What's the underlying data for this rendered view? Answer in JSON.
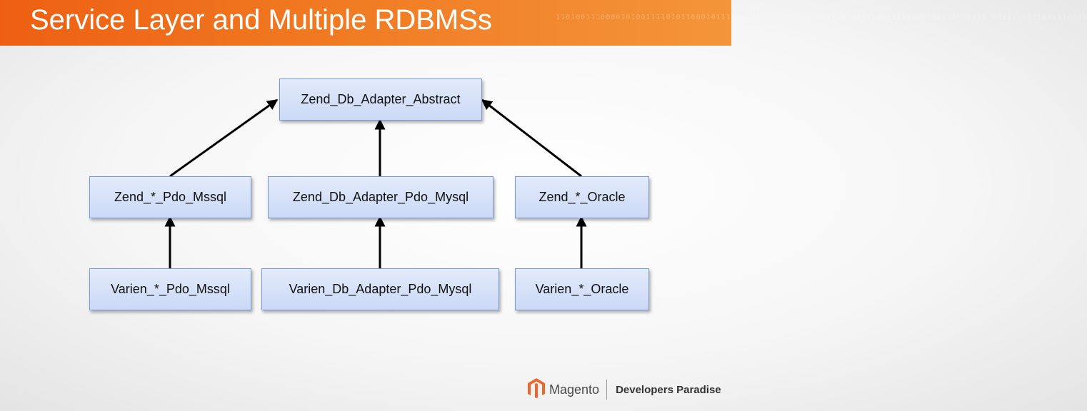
{
  "title": "Service Layer and Multiple RDBMSs",
  "header_decoration": "1101001110000101001111010110001011100100111011000011001110 001110001011100000011001111 0011100011001110001",
  "boxes": {
    "abstract": "Zend_Db_Adapter_Abstract",
    "zend_mssql": "Zend_*_Pdo_Mssql",
    "zend_mysql": "Zend_Db_Adapter_Pdo_Mysql",
    "zend_oracle": "Zend_*_Oracle",
    "varien_mssql": "Varien_*_Pdo_Mssql",
    "varien_mysql": "Varien_Db_Adapter_Pdo_Mysql",
    "varien_oracle": "Varien_*_Oracle"
  },
  "edges": [
    [
      "zend_mssql",
      "abstract"
    ],
    [
      "zend_mysql",
      "abstract"
    ],
    [
      "zend_oracle",
      "abstract"
    ],
    [
      "varien_mssql",
      "zend_mssql"
    ],
    [
      "varien_mysql",
      "zend_mysql"
    ],
    [
      "varien_oracle",
      "zend_oracle"
    ]
  ],
  "footer": {
    "brand": "Magento",
    "tagline": "Developers Paradise",
    "logo_icon": "magento-logo-icon",
    "logo_color": "#ee672d"
  },
  "colors": {
    "header": "#f07a22",
    "box_fill": "#d6e1f8",
    "box_border": "#7a9ad2"
  }
}
